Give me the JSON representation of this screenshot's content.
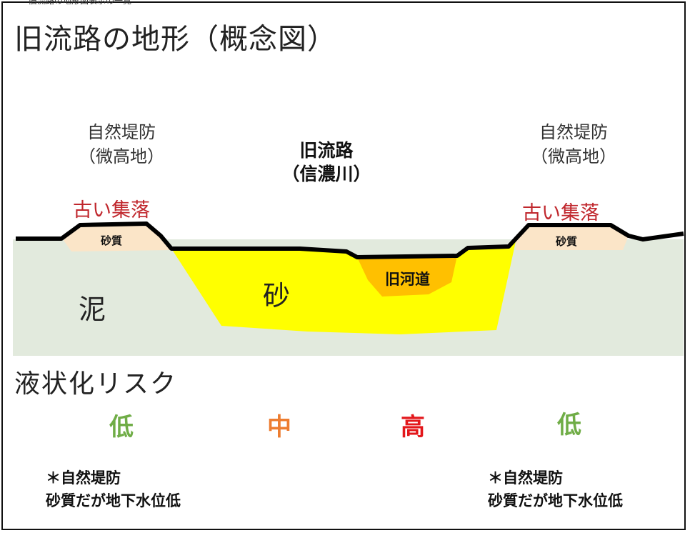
{
  "top_fragment": "旧流路の地形図表示の一覧",
  "title": "旧流路の地形（概念図）",
  "levee_left": {
    "line1": "自然堤防",
    "line2": "（微高地）"
  },
  "levee_right": {
    "line1": "自然堤防",
    "line2": "（微高地）"
  },
  "old_course": {
    "line1": "旧流路",
    "line2": "（信濃川）"
  },
  "village_left": "古い集落",
  "village_right": "古い集落",
  "sandy_left": "砂質",
  "sandy_right": "砂質",
  "mud_label": "泥",
  "sand_label": "砂",
  "old_channel_label": "旧河道",
  "risk_heading": "液状化リスク",
  "risk_levels": [
    {
      "label": "低",
      "color": "#70ad47"
    },
    {
      "label": "中",
      "color": "#ed7d31"
    },
    {
      "label": "高",
      "color": "#e3171b"
    },
    {
      "label": "低",
      "color": "#70ad47"
    }
  ],
  "note_left": {
    "line1": "＊自然堤防",
    "line2": "砂質だが地下水位低"
  },
  "note_right": {
    "line1": "＊自然堤防",
    "line2": "砂質だが地下水位低"
  },
  "colors": {
    "mud": "#e2eadd",
    "sand": "#ffff00",
    "old_channel": "#ffc000",
    "sandy_levee": "#fbe5c8",
    "surface_line": "#000000",
    "village_text": "#c0272d"
  }
}
